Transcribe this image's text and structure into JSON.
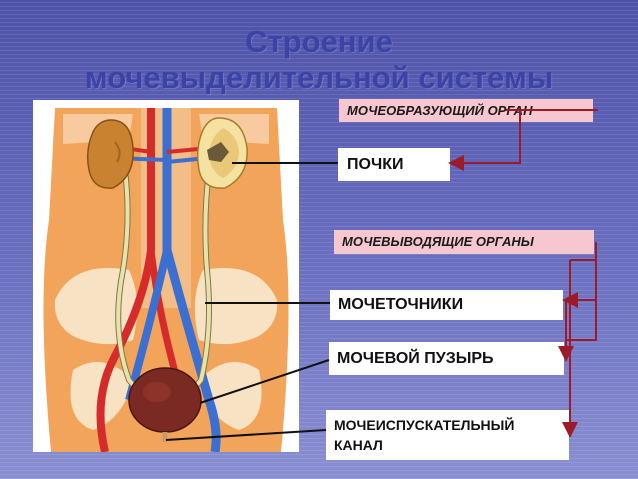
{
  "title": {
    "line1": "Строение",
    "line2": "мочевыделительной системы"
  },
  "labels": {
    "forming_organ": "МОЧЕОБРАЗУЮЩИЙ ОРГАН",
    "kidneys": "ПОЧКИ",
    "excretory_organs": "МОЧЕВЫВОДЯЩИЕ  ОРГАНЫ",
    "ureters": "МОЧЕТОЧНИКИ",
    "bladder": "МОЧЕВОЙ ПУЗЫРЬ",
    "urethra_line1": "МОЧЕИСПУСКАТЕЛЬНЫЙ",
    "urethra_line2": "КАНАЛ"
  },
  "colors": {
    "background": "#5a5fb2",
    "title": "#3c43a6",
    "pink_label": "#f7c7cf",
    "arrow": "#9b1b2a",
    "body_skin": "#f2a55a",
    "kidney": "#c9822f",
    "bladder": "#7a2a22",
    "artery": "#d42b2b",
    "vein": "#3b6fd1",
    "ureter": "#e9e2a8"
  },
  "icons": [
    "kidney-icon",
    "bladder-icon",
    "pelvis-illustration"
  ]
}
